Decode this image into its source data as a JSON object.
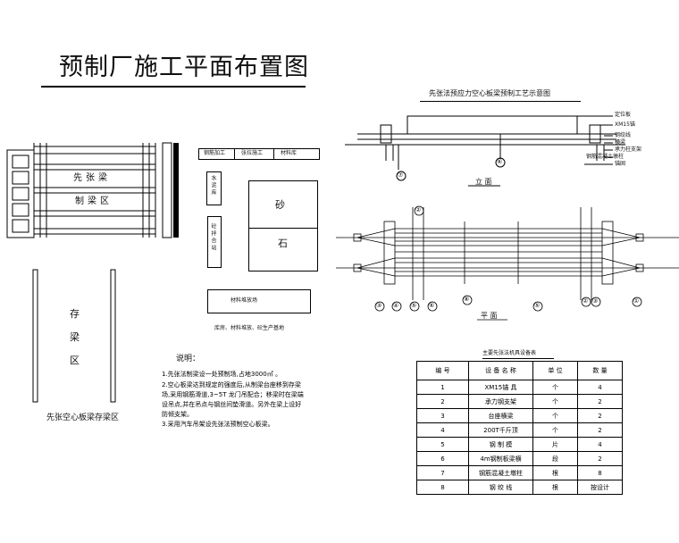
{
  "title": "预制厂施工平面布置图",
  "layout": {
    "prestress_beam": "先张梁",
    "beam_zone": "制梁区",
    "storage_zone_chars": [
      "存",
      "梁",
      "区"
    ],
    "storage_caption": "先张空心板梁存梁区",
    "office_labels": [
      "钢筋加工",
      "张拉施工",
      "材料库"
    ],
    "water_tank": "水泥库",
    "mixing_plant": "砼拌合站",
    "sand": "砂",
    "stone": "石",
    "material_yard": "材料堆放场",
    "living_caption": "库房、材料堆放、砼生产基地"
  },
  "notes": {
    "heading": "说明：",
    "lines": [
      "1.先张法制梁设一处预制场,占地3000㎡ 。",
      "2.空心板梁达到规定的强度后,从制梁台座移到存梁",
      "  场,采用钢筋滑道,3~5T 龙门吊配合；移梁时在梁端",
      "  设吊点,并在吊点与钢丝间垫滑道。另外在梁上设好",
      "  防倾支架。",
      "3.采用汽车吊架设先张法预制空心板梁。"
    ]
  },
  "process": {
    "title": "先张法预应力空心板梁预制工艺示意图",
    "elevation": "立 面",
    "plan": "平 面",
    "callouts": [
      "定位板",
      "XM15锚",
      "钢绞线",
      "横梁",
      "承力柱支架",
      "钢筋混凝土墩柱",
      "锚固"
    ],
    "circles_elev": [
      "⑦",
      "⑥"
    ],
    "circles_plan_top": [
      "②",
      "⑧",
      "③",
      "④",
      "⑤",
      "⑥",
      "⑤",
      "②",
      "③",
      "①"
    ]
  },
  "legend_table": {
    "title": "主要先张法机具设备表",
    "headers": [
      "编  号",
      "设 备 名 称",
      "单  位",
      "数  量"
    ],
    "rows": [
      [
        "1",
        "XM15锚  具",
        "个",
        "4"
      ],
      [
        "2",
        "承力钢支架",
        "个",
        "2"
      ],
      [
        "3",
        "台座横梁",
        "个",
        "2"
      ],
      [
        "4",
        "200T千斤顶",
        "个",
        "2"
      ],
      [
        "5",
        "钢 制 模",
        "片",
        "4"
      ],
      [
        "6",
        "4m钢制板梁横",
        "段",
        "2"
      ],
      [
        "7",
        "钢筋混凝土墩柱",
        "根",
        "8"
      ],
      [
        "8",
        "钢 绞 线",
        "根",
        "按设计"
      ]
    ]
  }
}
